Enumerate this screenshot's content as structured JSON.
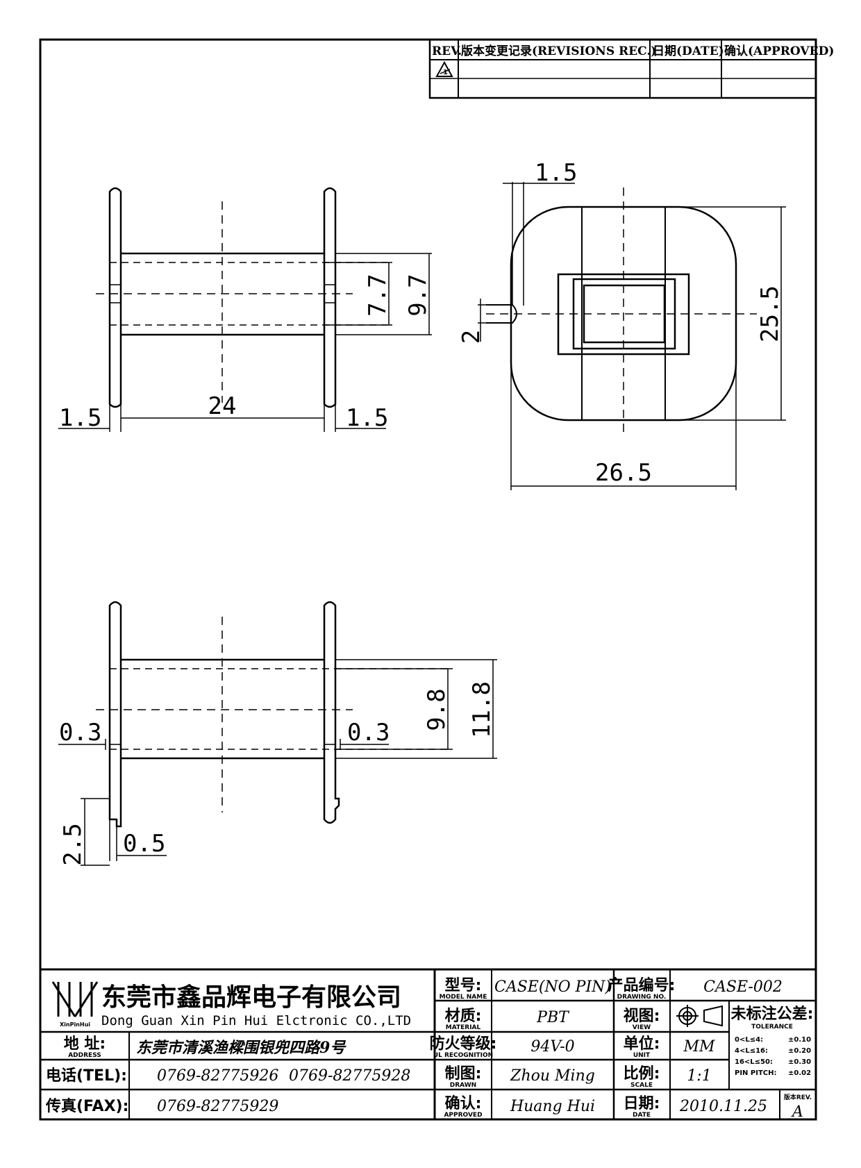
{
  "revisions": {
    "rev_label": "REV.",
    "record_label": "版本变更记录(REVISIONS REC.)",
    "date_label": "日期(DATE)",
    "approved_label": "确认(APPROVED)",
    "rows": [
      {
        "rev": "1",
        "record": "",
        "date": "",
        "approved": ""
      },
      {
        "rev": "",
        "record": "",
        "date": "",
        "approved": ""
      }
    ]
  },
  "dimensions": {
    "side_top": {
      "d_7_7": "7.7",
      "d_9_7": "9.7",
      "d_24": "24",
      "d_1_5_left": "1.5",
      "d_1_5_right": "1.5"
    },
    "front": {
      "d_1_5": "1.5",
      "d_2": "2",
      "d_25_5": "25.5",
      "d_26_5": "26.5"
    },
    "side_bottom": {
      "d_9_8": "9.8",
      "d_11_8": "11.8",
      "d_0_3_left": "0.3",
      "d_0_3_right": "0.3",
      "d_2_5": "2.5",
      "d_0_5": "0.5"
    }
  },
  "title_block": {
    "company_cn": "东莞市鑫品辉电子有限公司",
    "company_en": "Dong Guan Xin Pin Hui Elctronic CO.,LTD",
    "logo_text": "XinPinHui",
    "address_label": "地 址:",
    "address_sub": "ADDRESS",
    "address_value": "东莞市清溪渔樑围银兜四路9号",
    "tel_label": "电话(TEL):",
    "tel_1": "0769-82775926",
    "tel_2": "0769-82775928",
    "fax_label": "传真(FAX):",
    "fax_value": "0769-82775929",
    "model_label": "型号:",
    "model_sub": "MODEL NAME",
    "model_value": "CASE(NO PIN)",
    "material_label": "材质:",
    "material_sub": "MATERIAL",
    "material_value": "PBT",
    "ul_label": "防火等级:",
    "ul_sub": "UL RECOGNITION",
    "ul_value": "94V-0",
    "drawn_label": "制图:",
    "drawn_sub": "DRAWN",
    "drawn_value": "Zhou Ming",
    "approved_label": "确认:",
    "approved_sub": "APPROVED",
    "approved_value": "Huang Hui",
    "drawing_no_label": "产品编号:",
    "drawing_no_sub": "DRAWING NO.",
    "drawing_no_value": "CASE-002",
    "view_label": "视图:",
    "view_sub": "VIEW",
    "unit_label": "单位:",
    "unit_sub": "UNIT",
    "unit_value": "MM",
    "scale_label": "比例:",
    "scale_sub": "SCALE",
    "scale_value": "1:1",
    "date_label": "日期:",
    "date_sub": "DATE",
    "date_value": "2010.11.25",
    "tolerance_label": "未标注公差:",
    "tolerance_sub": "TOLERANCE",
    "tolerance_rows": [
      {
        "range": "0<L≤4:",
        "value": "±0.10"
      },
      {
        "range": "4<L≤16:",
        "value": "±0.20"
      },
      {
        "range": "16<L≤50:",
        "value": "±0.30"
      },
      {
        "range": "PIN PITCH:",
        "value": "±0.02"
      }
    ],
    "rev_label": "版本REV.",
    "rev_value": "A"
  }
}
